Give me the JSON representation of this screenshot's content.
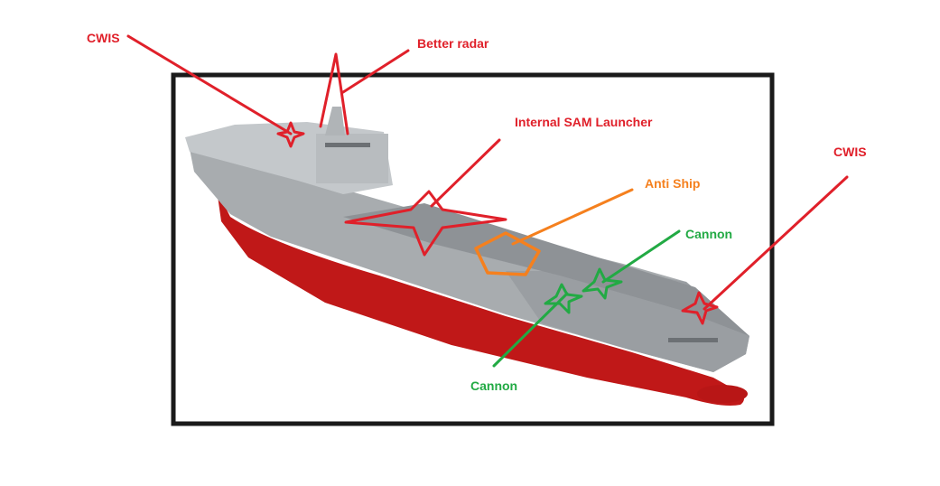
{
  "colors": {
    "red": "#e0202a",
    "orange": "#f5801e",
    "green": "#22aa44",
    "frame": "#1a1a1a",
    "hull_red": "#c01818",
    "hull_gray": "#a8acaf",
    "deck_gray": "#8e9296",
    "super_gray": "#c4c8cb"
  },
  "labels": {
    "cwis_left": "CWIS",
    "radar": "Better radar",
    "sam": "Internal SAM Launcher",
    "antiship": "Anti Ship",
    "cannon_upper": "Cannon",
    "cannon_lower": "Cannon",
    "cwis_right": "CWIS"
  }
}
